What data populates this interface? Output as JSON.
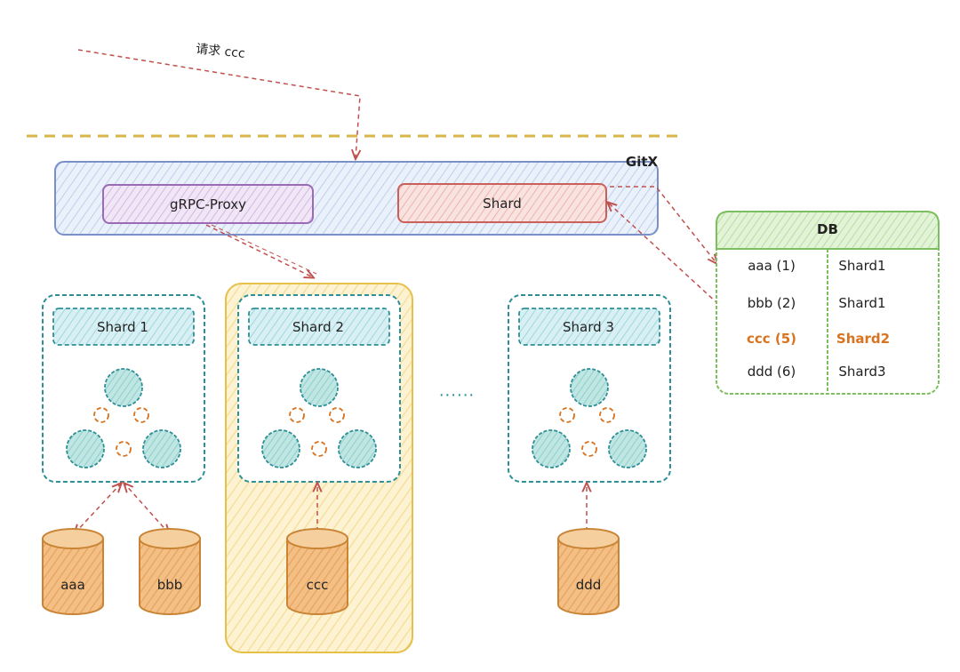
{
  "request": {
    "label": "请求  ccc"
  },
  "gitx": {
    "title": "GitX",
    "proxy_label": "gRPC-Proxy",
    "shard_label": "Shard"
  },
  "db": {
    "title": "DB",
    "rows": [
      {
        "key": "aaa  (1)",
        "shard": "Shard1",
        "highlight": false
      },
      {
        "key": "bbb  (2)",
        "shard": "Shard1",
        "highlight": false
      },
      {
        "key": "ccc  (5)",
        "shard": "Shard2",
        "highlight": true
      },
      {
        "key": "ddd  (6)",
        "shard": "Shard3",
        "highlight": false
      }
    ]
  },
  "shards": [
    {
      "label": "Shard 1",
      "highlighted": false
    },
    {
      "label": "Shard 2",
      "highlighted": true
    },
    {
      "label": "Shard 3",
      "highlighted": false
    }
  ],
  "ellipsis": "......",
  "stores": [
    {
      "label": "aaa"
    },
    {
      "label": "bbb"
    },
    {
      "label": "ccc"
    },
    {
      "label": "ddd"
    }
  ],
  "colors": {
    "gitx_border": "#7a90c8",
    "gitx_fill": "#e3ecf8",
    "proxy_border": "#9b6bb5",
    "proxy_fill": "#ece0f3",
    "shard_border": "#c9605a",
    "shard_fill": "#f6dcd8",
    "teal": "#2f8f97",
    "teal_fill": "#c6e9ee",
    "node_fill": "#a9dcd8",
    "db_border": "#7cbf5e",
    "db_header": "#d4edc4",
    "highlight_border": "#e5c04a",
    "highlight_fill": "#fdf0c6",
    "cylinder": "#e9a960",
    "cylinder_border": "#c98535",
    "arrow": "#c0504d",
    "dashed_line": "#d9b54a",
    "highlight_text": "#d8731f"
  }
}
